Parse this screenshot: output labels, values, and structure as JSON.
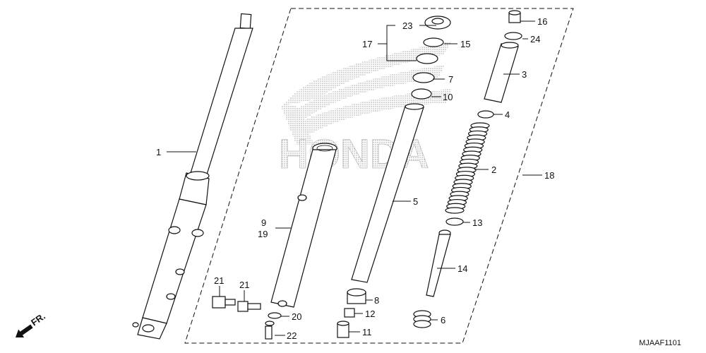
{
  "diagram": {
    "code": "MJAAF1101",
    "front_marker": "FR.",
    "watermark_text": "HONDA",
    "callouts": {
      "c1": "1",
      "c2": "2",
      "c3": "3",
      "c4": "4",
      "c5": "5",
      "c6": "6",
      "c7": "7",
      "c8": "8",
      "c9": "9",
      "c10": "10",
      "c11": "11",
      "c12": "12",
      "c13": "13",
      "c14": "14",
      "c15": "15",
      "c16": "16",
      "c17": "17",
      "c18": "18",
      "c19": "19",
      "c20": "20",
      "c21a": "21",
      "c21b": "21",
      "c22": "22",
      "c23": "23",
      "c24": "24"
    }
  }
}
